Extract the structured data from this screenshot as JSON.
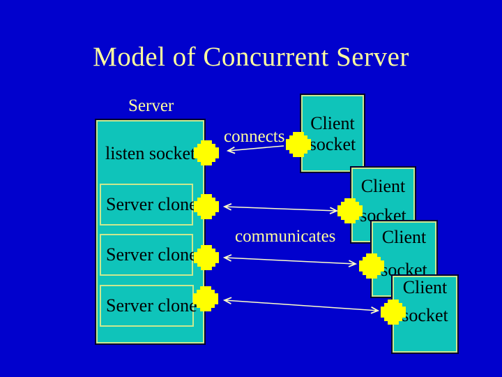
{
  "slide": {
    "title": "Model of Concurrent Server"
  },
  "labels": {
    "server": "Server",
    "connects": "connects",
    "communicates": "communicates"
  },
  "server": {
    "listen_socket": "listen socket",
    "clones": [
      {
        "label": "Server clone"
      },
      {
        "label": "Server clone"
      },
      {
        "label": "Server clone"
      }
    ]
  },
  "clients": [
    {
      "line1": "Client",
      "line2": "socket"
    },
    {
      "line1": "Client",
      "line2": "socket"
    },
    {
      "line1": "Client",
      "line2": "socket"
    },
    {
      "line1": "Client",
      "line2": "socket"
    }
  ],
  "icons": {
    "socket_connector": "socket-icon",
    "arrow_single": "left-arrow-icon",
    "arrow_double": "double-headed-arrow-icon"
  },
  "colors": {
    "background": "#0101cd",
    "box_fill": "#0fc4ba",
    "box_border": "#cbe88f",
    "box_outline": "#00002e",
    "socket": "#ffff00",
    "accent_text": "#ffff9e",
    "box_text": "#000000",
    "arrow": "#ffffc8"
  }
}
